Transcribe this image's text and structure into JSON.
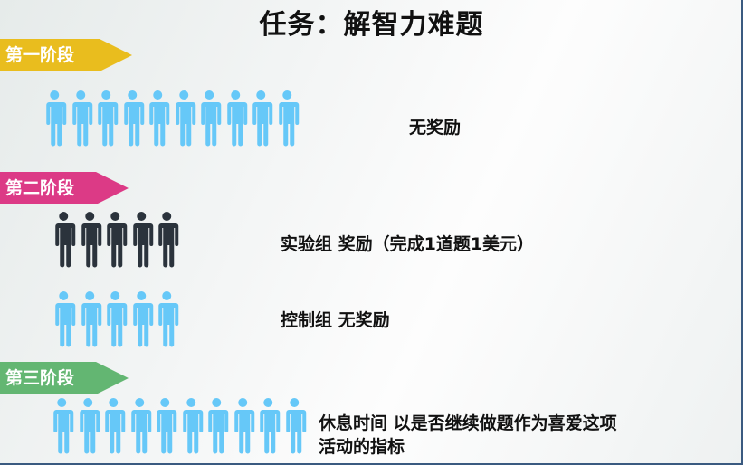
{
  "title": "任务：解智力难题",
  "colors": {
    "stage1": "#e9bd1e",
    "stage2": "#dc3a86",
    "stage3": "#63b672",
    "person_light": "#66c8f8",
    "person_dark": "#2b333c"
  },
  "stages": [
    {
      "label": "第一阶段"
    },
    {
      "label": "第二阶段"
    },
    {
      "label": "第三阶段"
    }
  ],
  "groups": [
    {
      "name": "stage1-all",
      "count": 10,
      "color": "light",
      "text": "无奖励"
    },
    {
      "name": "experimental-group",
      "count": 5,
      "color": "dark",
      "text": "实验组  奖励（完成1道题1美元）"
    },
    {
      "name": "control-group",
      "count": 5,
      "color": "light",
      "text": "控制组  无奖励"
    },
    {
      "name": "stage3-all",
      "count": 10,
      "color": "light",
      "text_line1": "休息时间  以是否继续做题作为喜爱这项",
      "text_line2": "活动的指标"
    }
  ],
  "icons": {
    "person": "person-icon"
  }
}
